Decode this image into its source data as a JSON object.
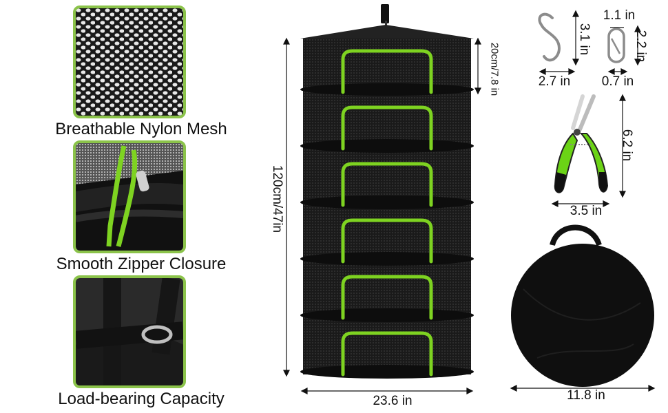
{
  "features": [
    {
      "label": "Breathable Nylon Mesh",
      "icon": "mesh-texture"
    },
    {
      "label": "Smooth Zipper Closure",
      "icon": "zipper-closeup"
    },
    {
      "label": "Load-bearing Capacity",
      "icon": "strap-hook-closeup"
    }
  ],
  "rack": {
    "tiers": 6,
    "height_label": "120cm/47in",
    "tier_height_label": "20cm/7.8 in",
    "width_label": "23.6 in"
  },
  "accessories": {
    "s_hook": {
      "height_label": "3.1 in",
      "width_label": "2.7 in"
    },
    "carabiner": {
      "top_label": "1.1 in",
      "height_label": "2.2 in",
      "width_label": "0.7 in"
    },
    "pruner": {
      "height_label": "6.2 in",
      "width_label": "3.5 in"
    },
    "storage_bag": {
      "width_label": "11.8 in"
    }
  },
  "colors": {
    "accent_green": "#7ed321",
    "border_green": "#8bc34a",
    "mesh_black": "#111111"
  }
}
